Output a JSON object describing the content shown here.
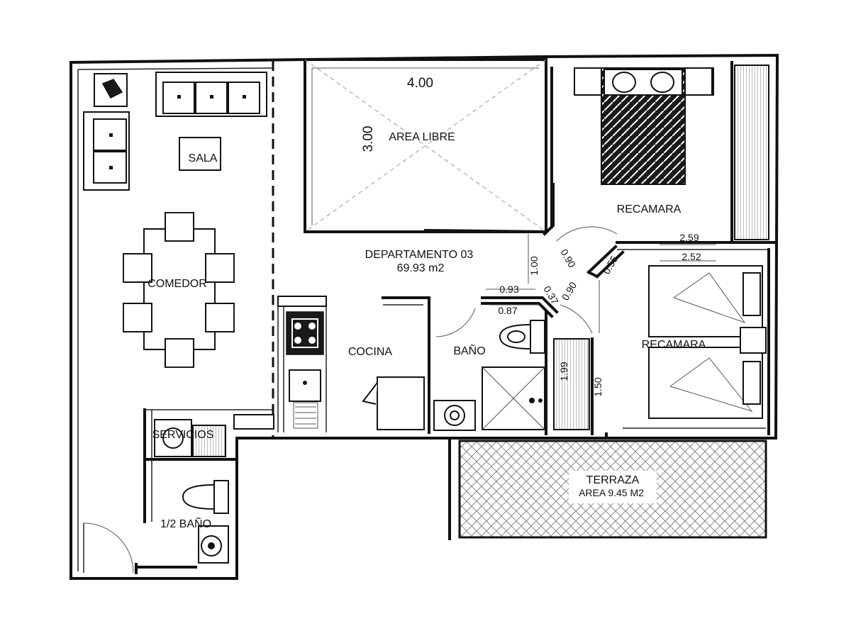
{
  "rooms": {
    "sala": "SALA",
    "comedor": "COMEDOR",
    "area_libre": "AREA LIBRE",
    "recamara_1": "RECAMARA",
    "recamara_2": "RECAMARA",
    "departamento": "DEPARTAMENTO 03",
    "departamento_area": "69.93 m2",
    "cocina": "COCINA",
    "bano": "BAÑO",
    "servicios": "SERVICIOS",
    "medio_bano": "1/2 BAÑO",
    "terraza": "TERRAZA",
    "terraza_area": "AREA 9.45 M2"
  },
  "dimensions": {
    "area_libre_width": "4.00",
    "area_libre_height": "3.00",
    "d_259": "2.59",
    "d_252": "2.52",
    "d_090a": "0.90",
    "d_055": "0.55",
    "d_100": "1.00",
    "d_090b": "0.90",
    "d_037": "0.37",
    "d_093": "0.93",
    "d_087": "0.87",
    "d_199": "1.99",
    "d_150": "1.50"
  },
  "colors": {
    "wall": "#111111",
    "background": "#ffffff"
  }
}
